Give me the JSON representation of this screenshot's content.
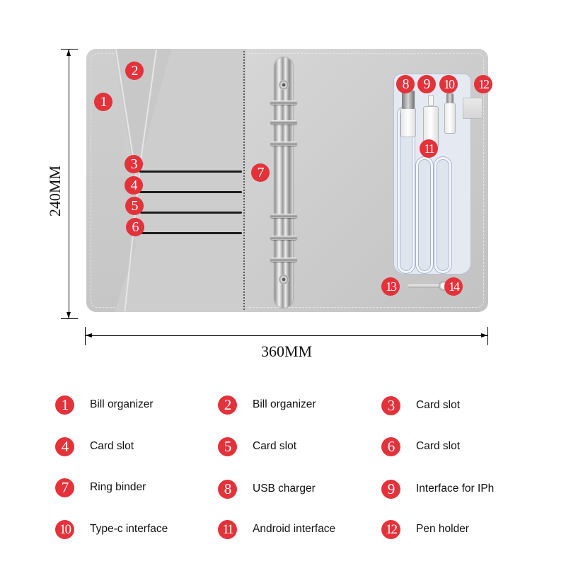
{
  "colors": {
    "badge": "#e3323a",
    "badge_text": "#ffffff",
    "leather": "#cbcbcb",
    "background": "#ffffff",
    "card_slot": "#1d1d1d"
  },
  "dimensions": {
    "height_label": "240MM",
    "width_label": "360MM"
  },
  "callouts": [
    {
      "num": "1",
      "label": "Bill organizer"
    },
    {
      "num": "2",
      "label": "Bill organizer"
    },
    {
      "num": "3",
      "label": "Card slot"
    },
    {
      "num": "4",
      "label": "Card slot"
    },
    {
      "num": "5",
      "label": "Card slot"
    },
    {
      "num": "6",
      "label": "Card slot"
    },
    {
      "num": "7",
      "label": "Ring binder"
    },
    {
      "num": "8",
      "label": "USB charger"
    },
    {
      "num": "9",
      "label": "Interface for IPh"
    },
    {
      "num": "10",
      "label": "Type-c interface"
    },
    {
      "num": "11",
      "label": "Android interface"
    },
    {
      "num": "12",
      "label": "Pen holder"
    },
    {
      "num": "13",
      "label": ""
    },
    {
      "num": "14",
      "label": ""
    }
  ],
  "legend": [
    {
      "num": "1",
      "label": "Bill organizer"
    },
    {
      "num": "2",
      "label": "Bill organizer"
    },
    {
      "num": "3",
      "label": "Card slot"
    },
    {
      "num": "4",
      "label": "Card slot"
    },
    {
      "num": "5",
      "label": "Card slot"
    },
    {
      "num": "6",
      "label": "Card slot"
    },
    {
      "num": "7",
      "label": "Ring binder"
    },
    {
      "num": "8",
      "label": "USB charger"
    },
    {
      "num": "9",
      "label": "Interface for IPh"
    },
    {
      "num": "10",
      "label": "Type-c interface"
    },
    {
      "num": "11",
      "label": "Android interface"
    },
    {
      "num": "12",
      "label": "Pen holder"
    }
  ]
}
